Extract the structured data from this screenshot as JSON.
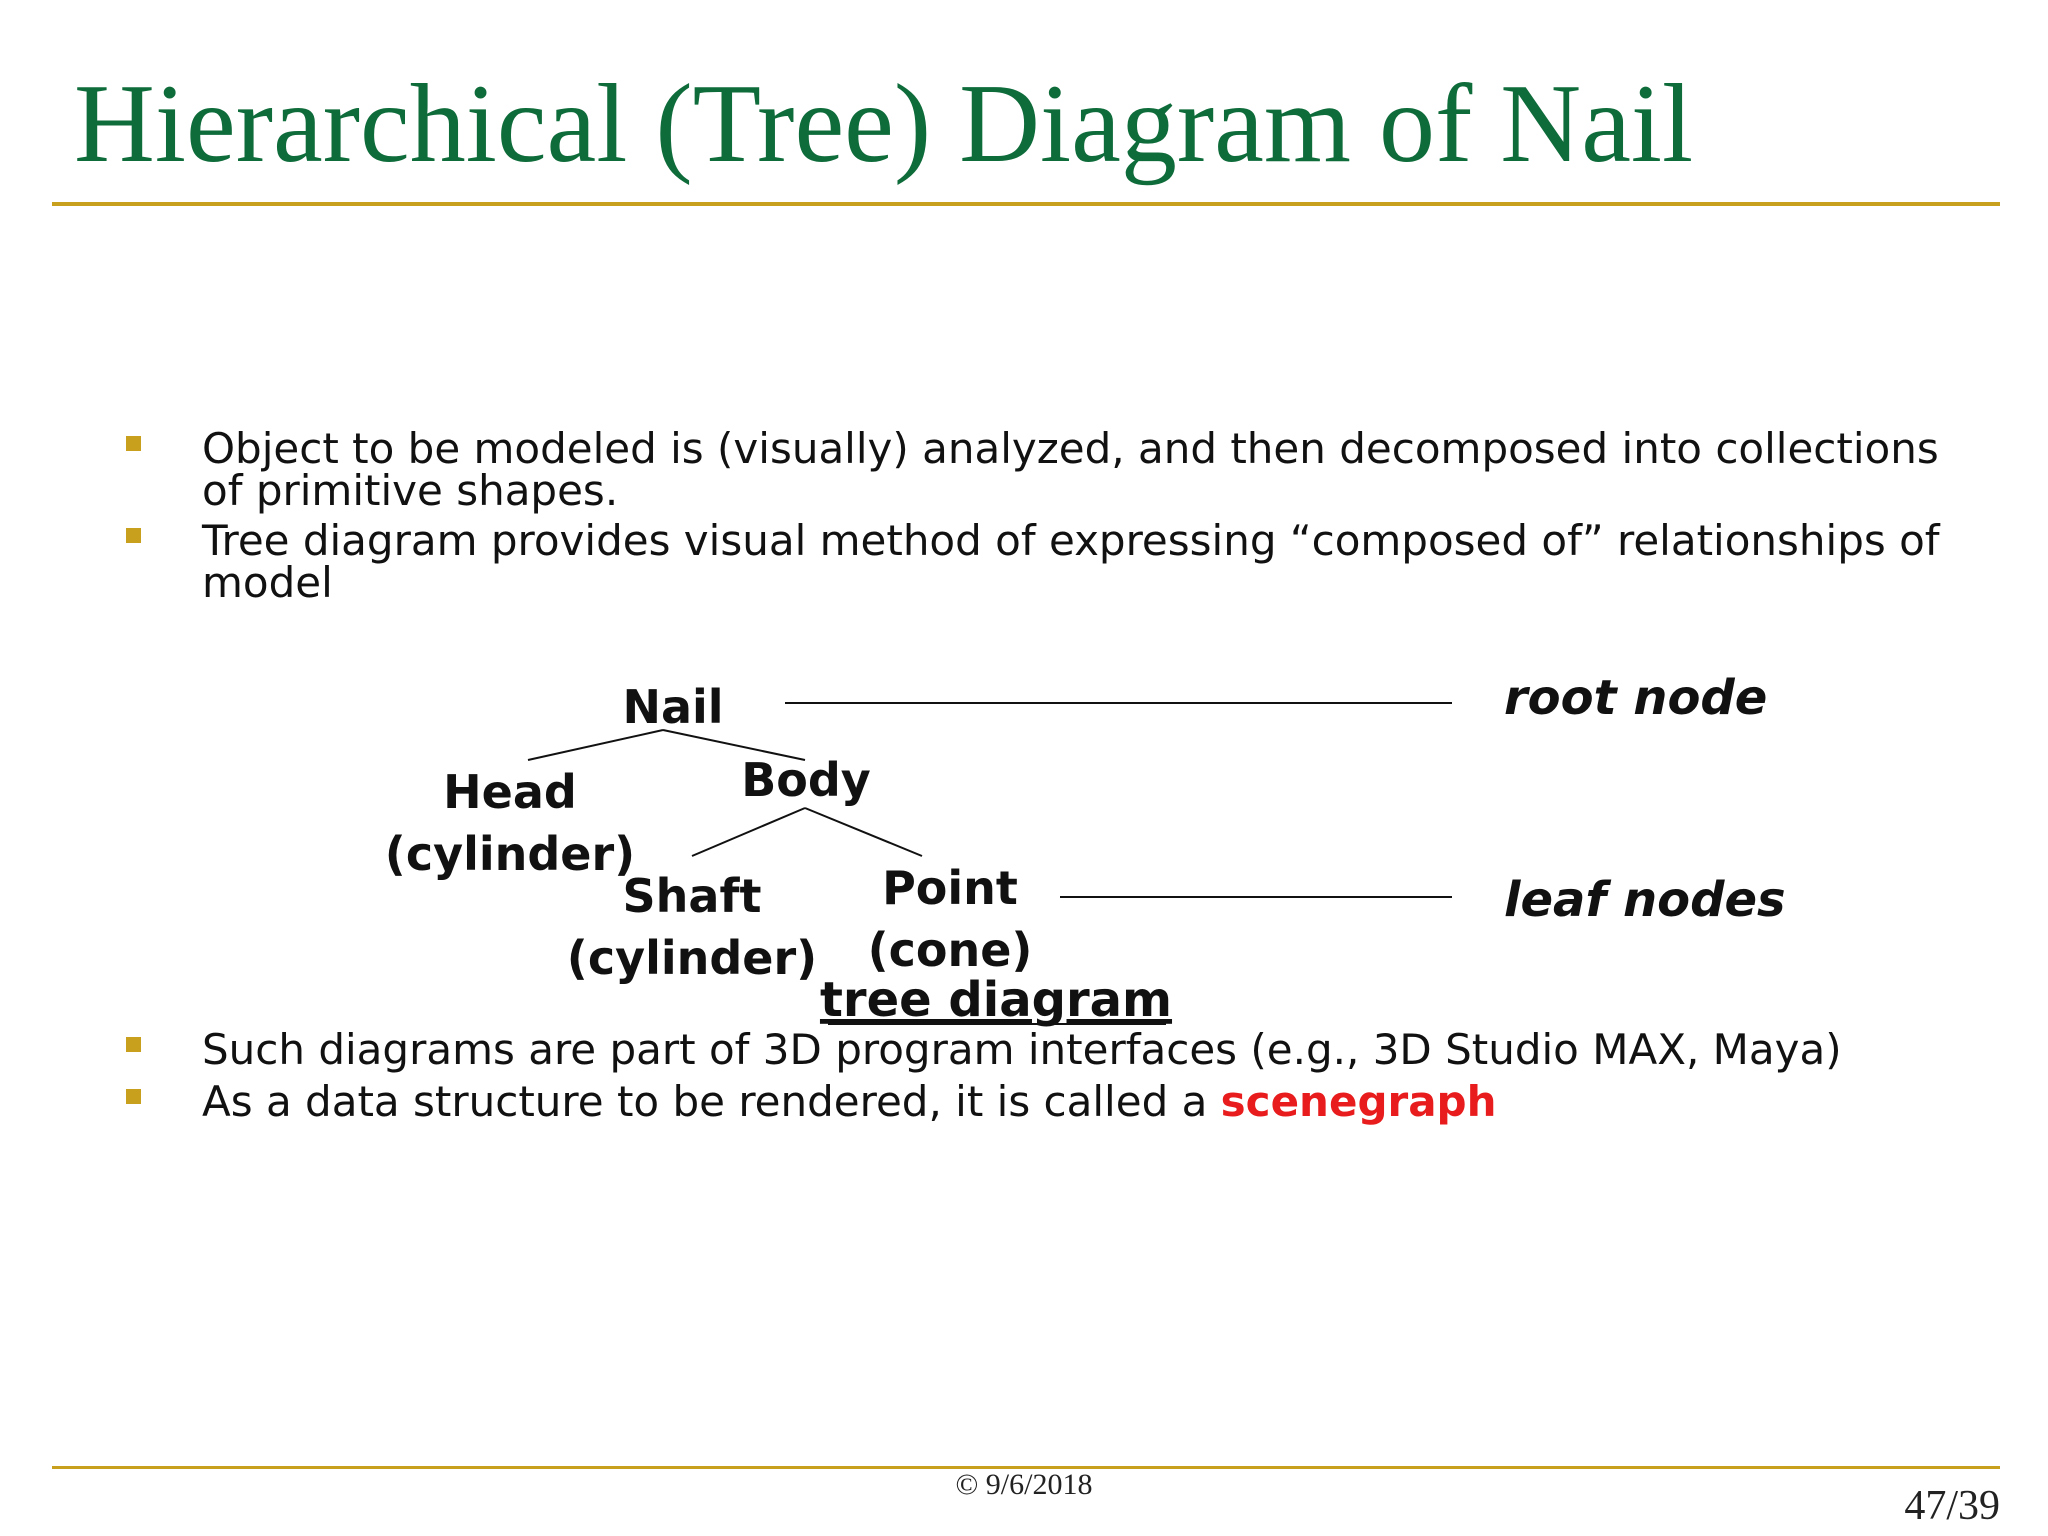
{
  "slide": {
    "title": "Hierarchical (Tree) Diagram of Nail",
    "bullets_top": [
      "Object to be modeled is (visually) analyzed, and then decomposed into collections of primitive shapes.",
      "Tree diagram provides visual method of expressing “composed of” relationships of model"
    ],
    "bullets_bottom": {
      "item1": "Such diagrams are part of 3D program interfaces (e.g., 3D Studio MAX, Maya)",
      "item2_prefix": "As a data structure to be rendered, it is called a ",
      "item2_highlight": "scenegraph"
    },
    "accent_color": "#c8a01e",
    "title_color": "#0e6b3a",
    "highlight_color": "#e81c1c"
  },
  "tree": {
    "nodes": {
      "nail": "Nail",
      "head": "Head",
      "head_type": "(cylinder)",
      "body": "Body",
      "shaft": "Shaft",
      "shaft_type": "(cylinder)",
      "point": "Point",
      "point_type": "(cone)"
    },
    "annotations": {
      "root": "root node",
      "leaf": "leaf nodes"
    },
    "caption": "tree diagram"
  },
  "footer": {
    "date": "© 9/6/2018",
    "page": "47/39"
  }
}
